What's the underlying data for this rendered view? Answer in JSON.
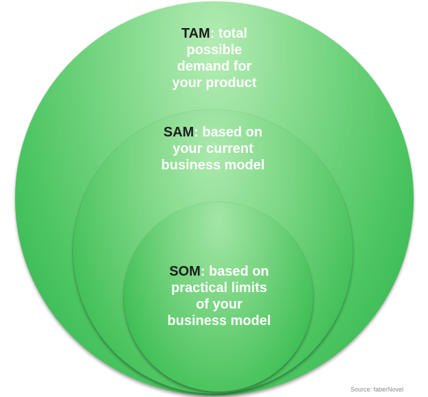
{
  "tam": {
    "abbr": "TAM",
    "text_parts": [
      ": total",
      "possible",
      "demand for",
      "your product"
    ]
  },
  "sam": {
    "abbr": "SAM",
    "text_parts": [
      ": based on",
      "your current",
      "business model"
    ]
  },
  "som": {
    "abbr": "SOM",
    "text_parts": [
      ": based on",
      "practical limits",
      "of your",
      "business model"
    ]
  },
  "source": "Source: faberNovel",
  "colors": {
    "circle_green": "#4cc561",
    "abbr_text": "#1c1c1c",
    "body_text": "#ffffff",
    "source_text": "#8a8a8a"
  }
}
